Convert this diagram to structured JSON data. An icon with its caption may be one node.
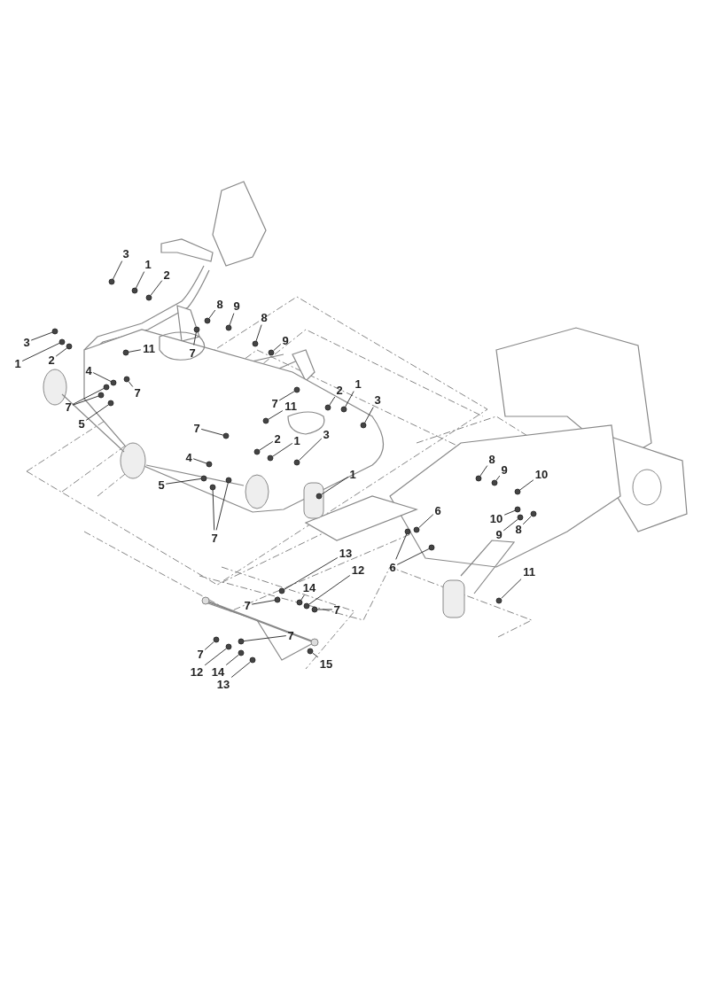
{
  "diagram": {
    "nodes": [
      {
        "text": [
          "3"
        ]
      },
      {
        "text": [
          "1"
        ]
      },
      {
        "text": [
          "2"
        ]
      },
      {
        "text": [
          "8"
        ]
      },
      {
        "text": [
          "9"
        ]
      },
      {
        "text": [
          "8"
        ]
      },
      {
        "text": [
          "9"
        ]
      },
      {
        "text": [
          "3"
        ]
      },
      {
        "text": [
          "1"
        ]
      },
      {
        "text": [
          "11"
        ]
      },
      {
        "text": [
          "2"
        ]
      },
      {
        "text": [
          "7"
        ]
      },
      {
        "text": [
          "4"
        ]
      },
      {
        "text": [
          "7"
        ]
      },
      {
        "text": [
          "1"
        ]
      },
      {
        "text": [
          "2"
        ]
      },
      {
        "text": [
          "3"
        ]
      },
      {
        "text": [
          "7"
        ]
      },
      {
        "text": [
          "7"
        ]
      },
      {
        "text": [
          "11"
        ]
      },
      {
        "text": [
          "5"
        ]
      },
      {
        "text": [
          "7"
        ]
      },
      {
        "text": [
          "2"
        ]
      },
      {
        "text": [
          "1"
        ]
      },
      {
        "text": [
          "3"
        ]
      },
      {
        "text": [
          "4"
        ]
      },
      {
        "text": [
          "1"
        ]
      },
      {
        "text": [
          "8"
        ]
      },
      {
        "text": [
          "9"
        ]
      },
      {
        "text": [
          "10"
        ]
      },
      {
        "text": [
          "5"
        ]
      },
      {
        "text": [
          "10"
        ]
      },
      {
        "text": [
          "9"
        ]
      },
      {
        "text": [
          "8"
        ]
      },
      {
        "text": [
          "6"
        ]
      },
      {
        "text": [
          "7"
        ]
      },
      {
        "text": [
          "6"
        ]
      },
      {
        "text": [
          "11"
        ]
      },
      {
        "text": [
          "13"
        ]
      },
      {
        "text": [
          "12"
        ]
      },
      {
        "text": [
          "14"
        ]
      },
      {
        "text": [
          "7"
        ]
      },
      {
        "text": [
          "7"
        ]
      },
      {
        "text": [
          "7"
        ]
      },
      {
        "text": [
          "7"
        ]
      },
      {
        "text": [
          "12"
        ]
      },
      {
        "text": [
          "14"
        ]
      },
      {
        "text": [
          "13"
        ]
      },
      {
        "text": [
          "15"
        ]
      },
      {
        "text": [],
        "shape": "circle"
      },
      {
        "text": [],
        "shape": "circle"
      },
      {
        "text": [],
        "shape": "circle"
      },
      {
        "text": [],
        "shape": "circle"
      },
      {
        "text": [],
        "shape": "circle"
      },
      {
        "text": [],
        "shape": "circle"
      },
      {
        "text": [],
        "shape": "circle"
      },
      {
        "text": [],
        "shape": "circle"
      },
      {
        "text": [],
        "shape": "circle"
      },
      {
        "text": [],
        "shape": "circle"
      },
      {
        "text": [],
        "shape": "circle"
      },
      {
        "text": [],
        "shape": "circle"
      },
      {
        "text": [],
        "shape": "circle"
      },
      {
        "text": [],
        "shape": "circle"
      },
      {
        "text": [],
        "shape": "circle"
      },
      {
        "text": [],
        "shape": "circle"
      },
      {
        "text": [],
        "shape": "circle"
      },
      {
        "text": [],
        "shape": "circle"
      },
      {
        "text": [],
        "shape": "circle"
      },
      {
        "text": [],
        "shape": "circle"
      },
      {
        "text": [],
        "shape": "circle"
      },
      {
        "text": [],
        "shape": "circle"
      },
      {
        "text": [],
        "shape": "circle"
      },
      {
        "text": [],
        "shape": "circle"
      },
      {
        "text": [],
        "shape": "circle"
      },
      {
        "text": [],
        "shape": "circle"
      },
      {
        "text": [],
        "shape": "circle"
      },
      {
        "text": [],
        "shape": "circle"
      },
      {
        "text": [],
        "shape": "circle"
      },
      {
        "text": [],
        "shape": "circle"
      },
      {
        "text": [],
        "shape": "circle"
      },
      {
        "text": [],
        "shape": "circle"
      },
      {
        "text": [],
        "shape": "circle"
      },
      {
        "text": [],
        "shape": "circle"
      },
      {
        "text": [],
        "shape": "circle"
      },
      {
        "text": [],
        "shape": "circle"
      },
      {
        "text": [],
        "shape": "circle"
      },
      {
        "text": [],
        "shape": "circle"
      },
      {
        "text": [],
        "shape": "circle"
      },
      {
        "text": [],
        "shape": "circle"
      },
      {
        "text": [],
        "shape": "circle"
      },
      {
        "text": [],
        "shape": "circle"
      },
      {
        "text": [],
        "shape": "circle"
      },
      {
        "text": [],
        "shape": "circle"
      },
      {
        "text": [],
        "shape": "circle"
      },
      {
        "text": [],
        "shape": "circle"
      },
      {
        "text": [],
        "shape": "circle"
      },
      {
        "text": [],
        "shape": "circle"
      },
      {
        "text": [],
        "shape": "circle"
      },
      {
        "text": [],
        "shape": "circle"
      },
      {
        "text": [],
        "shape": "circle"
      },
      {
        "text": [],
        "shape": "circle"
      }
    ],
    "edges": [
      {
        "from": 0,
        "to": 49,
        "arrow": "none"
      },
      {
        "from": 1,
        "to": 50,
        "arrow": "none"
      },
      {
        "from": 2,
        "to": 51,
        "arrow": "none"
      },
      {
        "from": 3,
        "to": 52,
        "arrow": "none"
      },
      {
        "from": 4,
        "to": 53,
        "arrow": "none"
      },
      {
        "from": 5,
        "to": 54,
        "arrow": "none"
      },
      {
        "from": 6,
        "to": 55,
        "arrow": "none"
      },
      {
        "from": 7,
        "to": 56,
        "arrow": "none"
      },
      {
        "from": 8,
        "to": 57,
        "arrow": "none"
      },
      {
        "from": 9,
        "to": 58,
        "arrow": "none"
      },
      {
        "from": 10,
        "to": 59,
        "arrow": "none"
      },
      {
        "from": 11,
        "to": 60,
        "arrow": "none"
      },
      {
        "from": 12,
        "to": 61,
        "arrow": "none"
      },
      {
        "from": 13,
        "to": 62,
        "arrow": "none"
      },
      {
        "from": 14,
        "to": 63,
        "arrow": "none"
      },
      {
        "from": 15,
        "to": 64,
        "arrow": "none"
      },
      {
        "from": 16,
        "to": 65,
        "arrow": "none"
      },
      {
        "from": 17,
        "to": 66,
        "arrow": "none"
      },
      {
        "from": 17,
        "to": 67,
        "arrow": "none"
      },
      {
        "from": 18,
        "to": 68,
        "arrow": "none"
      },
      {
        "from": 19,
        "to": 69,
        "arrow": "none"
      },
      {
        "from": 20,
        "to": 70,
        "arrow": "none"
      },
      {
        "from": 21,
        "to": 71,
        "arrow": "none"
      },
      {
        "from": 22,
        "to": 72,
        "arrow": "none"
      },
      {
        "from": 23,
        "to": 73,
        "arrow": "none"
      },
      {
        "from": 24,
        "to": 74,
        "arrow": "none"
      },
      {
        "from": 25,
        "to": 75,
        "arrow": "none"
      },
      {
        "from": 26,
        "to": 76,
        "arrow": "none"
      },
      {
        "from": 27,
        "to": 77,
        "arrow": "none"
      },
      {
        "from": 28,
        "to": 78,
        "arrow": "none"
      },
      {
        "from": 29,
        "to": 79,
        "arrow": "none"
      },
      {
        "from": 30,
        "to": 80,
        "arrow": "none"
      },
      {
        "from": 31,
        "to": 81,
        "arrow": "none"
      },
      {
        "from": 32,
        "to": 82,
        "arrow": "none"
      },
      {
        "from": 33,
        "to": 83,
        "arrow": "none"
      },
      {
        "from": 34,
        "to": 84,
        "arrow": "none"
      },
      {
        "from": 35,
        "to": 85,
        "arrow": "none"
      },
      {
        "from": 35,
        "to": 86,
        "arrow": "none"
      },
      {
        "from": 36,
        "to": 87,
        "arrow": "none"
      },
      {
        "from": 36,
        "to": 88,
        "arrow": "none"
      },
      {
        "from": 37,
        "to": 89,
        "arrow": "none"
      },
      {
        "from": 38,
        "to": 90,
        "arrow": "none"
      },
      {
        "from": 39,
        "to": 91,
        "arrow": "none"
      },
      {
        "from": 40,
        "to": 92,
        "arrow": "none"
      },
      {
        "from": 41,
        "to": 93,
        "arrow": "none"
      },
      {
        "from": 42,
        "to": 94,
        "arrow": "none"
      },
      {
        "from": 43,
        "to": 95,
        "arrow": "none"
      },
      {
        "from": 44,
        "to": 96,
        "arrow": "none"
      },
      {
        "from": 45,
        "to": 97,
        "arrow": "none"
      },
      {
        "from": 46,
        "to": 98,
        "arrow": "none"
      },
      {
        "from": 47,
        "to": 99,
        "arrow": "none"
      },
      {
        "from": 48,
        "to": 100,
        "arrow": "none"
      }
    ]
  }
}
